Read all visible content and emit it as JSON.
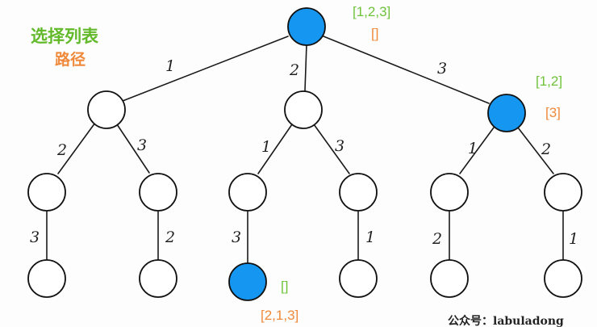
{
  "legend": {
    "choice_list": "选择列表",
    "path": "路径"
  },
  "edge_labels": {
    "root_a": "1",
    "root_b": "2",
    "root_c": "3",
    "a_aa": "2",
    "a_ab": "3",
    "b_ba": "1",
    "b_bb": "3",
    "c_ca": "1",
    "c_cb": "2",
    "aa_aaa": "3",
    "ab_aba": "2",
    "ba_baa": "3",
    "bb_bba": "1",
    "ca_caa": "2",
    "cb_cba": "1"
  },
  "annotations": {
    "root_choices": "[1,2,3]",
    "root_path": "[]",
    "right_choices": "[1,2]",
    "right_path": "[3]",
    "leaf_choices": "[]",
    "leaf_path": "[2,1,3]"
  },
  "highlight_color": "#1596f0",
  "watermark": "公众号：labuladong"
}
